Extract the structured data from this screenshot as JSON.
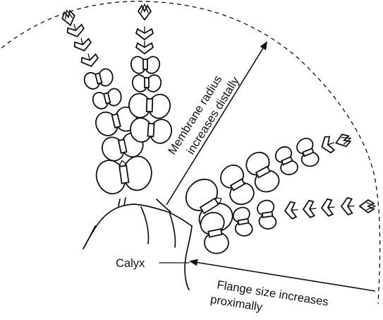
{
  "labels": {
    "membrane_line1": "Membrane radius",
    "membrane_line2": "increases distally",
    "calyx": "Calyx",
    "flange_line1": "Flange size increases",
    "flange_line2": "proximally"
  }
}
